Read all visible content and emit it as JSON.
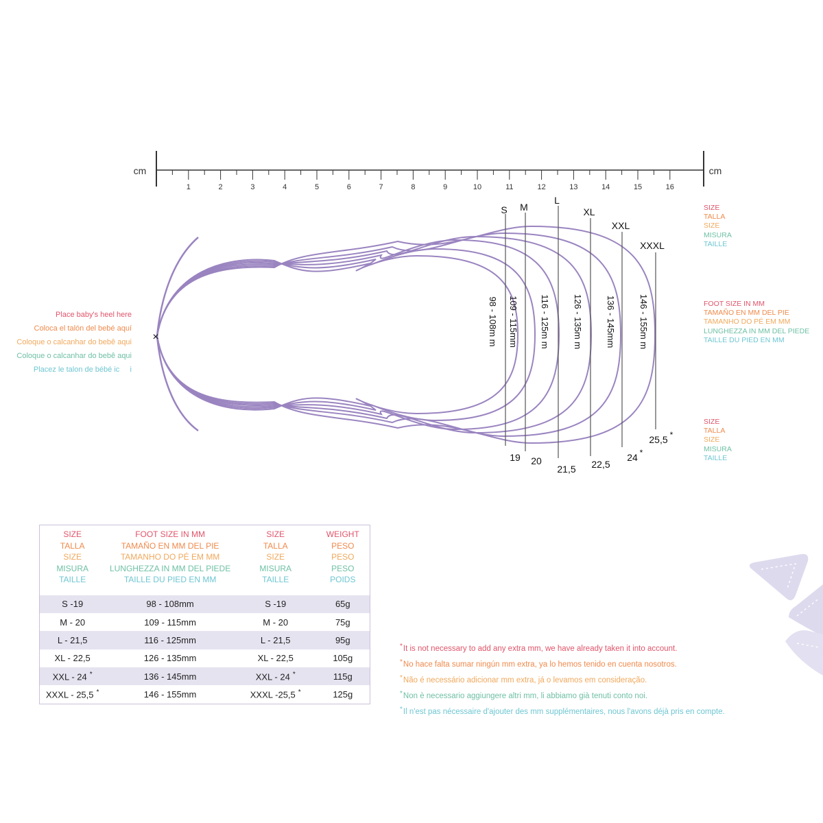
{
  "colors": {
    "red": "#e0546a",
    "orange": "#ef8a4c",
    "yellow": "#f0a85c",
    "green": "#6fc0a4",
    "teal": "#6ec6d2",
    "purple": "#9a84c0",
    "row_shade": "#e6e3f0"
  },
  "ruler": {
    "unit_left": "cm",
    "unit_right": "cm",
    "ticks": [
      "1",
      "2",
      "3",
      "4",
      "5",
      "6",
      "7",
      "8",
      "9",
      "10",
      "11",
      "12",
      "13",
      "14",
      "15",
      "16"
    ]
  },
  "heel_mark": "×",
  "heel_instructions": [
    "Place baby's heel here",
    "Coloca el talón del bebé aquí",
    "Coloque o calcanhar do bebê aqui",
    "Coloque o calcanhar do bebê aqui",
    "Placez le talon de bébé ic     i"
  ],
  "size_labels_top": [
    "S",
    "M",
    "L",
    "XL",
    "XXL",
    "XXXL"
  ],
  "foot_ranges": [
    "98 - 108m m",
    "109 - 115mm",
    "116 - 125m m",
    "126 - 135m m",
    "136 - 145mm",
    "146 - 155m m"
  ],
  "size_numbers_bottom": [
    "19",
    "20",
    "21,5",
    "22,5",
    "24",
    "25,5"
  ],
  "star_mark": "*",
  "legend_size": [
    "SIZE",
    "TALLA",
    "SIZE",
    "MISURA",
    "TAILLE"
  ],
  "legend_foot": [
    "FOOT SIZE IN MM",
    "TAMAÑO EN MM DEL PIE",
    "TAMANHO DO PÉ EM MM",
    "LUNGHEZZA IN MM DEL PIEDE",
    "TAILLE DU PIED EN MM"
  ],
  "table": {
    "headers": [
      [
        "SIZE",
        "TALLA",
        "SIZE",
        "MISURA",
        "TAILLE"
      ],
      [
        "FOOT SIZE IN MM",
        "TAMAÑO EN MM DEL PIE",
        "TAMANHO DO PÉ EM MM",
        "LUNGHEZZA IN MM DEL PIEDE",
        "TAILLE DU PIED EN MM"
      ],
      [
        "SIZE",
        "TALLA",
        "SIZE",
        "MISURA",
        "TAILLE"
      ],
      [
        "WEIGHT",
        "PESO",
        "PESO",
        "PESO",
        "POIDS"
      ]
    ],
    "rows": [
      [
        "S -19",
        "98 - 108mm",
        "S -19",
        "65g"
      ],
      [
        "M - 20",
        "109 - 115mm",
        "M - 20",
        "75g"
      ],
      [
        "L - 21,5",
        "116 - 125mm",
        "L - 21,5",
        "95g"
      ],
      [
        "XL - 22,5",
        "126 - 135mm",
        "XL - 22,5",
        "105g"
      ],
      [
        "XXL - 24",
        "136 - 145mm",
        "XXL - 24",
        "115g"
      ],
      [
        "XXXL - 25,5",
        "146 - 155mm",
        "XXXL -25,5",
        "125g"
      ]
    ],
    "starred_rows": [
      4,
      5
    ]
  },
  "notes": [
    "It is not necessary to add any extra mm, we have already taken it into account.",
    "No hace falta sumar ningún mm extra, ya lo hemos tenido en cuenta nosotros.",
    "Não é necessário adicionar mm extra, já o levamos em consideração.",
    "Non è necessario aggiungere altri mm, li abbiamo già tenuti conto noi.",
    "Il n'est pas nécessaire d'ajouter des mm supplémentaires, nous l'avons déjà pris en compte."
  ]
}
